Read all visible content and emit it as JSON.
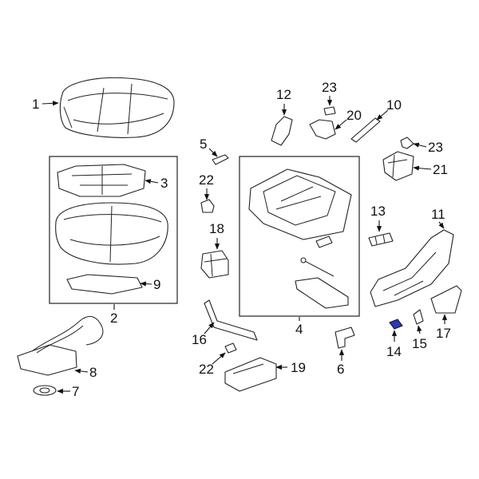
{
  "callouts": {
    "c1": "1",
    "c2": "2",
    "c3": "3",
    "c4": "4",
    "c5": "5",
    "c6": "6",
    "c7": "7",
    "c8": "8",
    "c9": "9",
    "c10": "10",
    "c11": "11",
    "c12": "12",
    "c13": "13",
    "c14": "14",
    "c15": "15",
    "c16": "16",
    "c17": "17",
    "c18": "18",
    "c19": "19",
    "c20": "20",
    "c21": "21",
    "c22a": "22",
    "c22b": "22",
    "c23a": "23",
    "c23b": "23"
  },
  "colors": {
    "highlight_part": "#2b3bb8",
    "line": "#222222",
    "background": "#ffffff"
  }
}
